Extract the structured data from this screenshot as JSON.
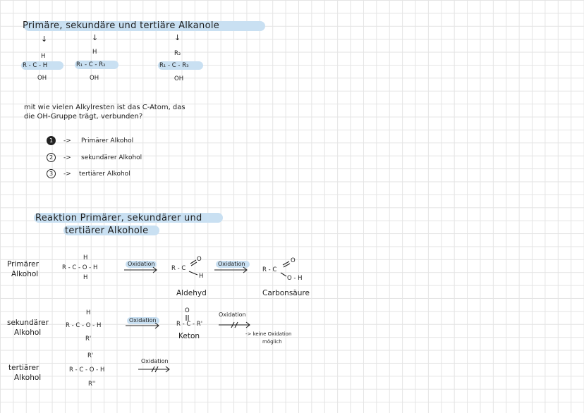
{
  "colors": {
    "highlight": "#c9e0f2",
    "ink": "#1e1e1e",
    "grid": "#e4e4e4"
  },
  "title": "Primäre, sekundäre und tertiäre Alkanole",
  "structures": {
    "primary": {
      "top": "H",
      "middle": "R - C - H",
      "bottom": "OH"
    },
    "secondary": {
      "top": "H",
      "middle": "R₁ - C - R₂",
      "bottom": "OH"
    },
    "tertiary": {
      "top": "R₂",
      "middle": "R₁ - C - R₃",
      "bottom": "OH"
    }
  },
  "question": {
    "line1": "mit wie vielen Alkylresten ist das C-Atom, das",
    "line2": "die OH-Gruppe trägt, verbunden?"
  },
  "list": [
    {
      "number": "1",
      "arrow": "->",
      "text": "Primärer Alkohol"
    },
    {
      "number": "2",
      "arrow": "->",
      "text": "sekundärer Alkohol"
    },
    {
      "number": "3",
      "arrow": "->",
      "text": "tertiärer Alkohol"
    }
  ],
  "section2": {
    "line1": "Reaktion Primärer, sekundärer und",
    "line2": "tertiärer Alkohole"
  },
  "reactions": {
    "primary": {
      "label1": "Primärer",
      "label2": "Alkohol",
      "alcohol_top": "H",
      "alcohol": "R - C - O - H",
      "alcohol_bottom": "H",
      "ox1": "Oxidation",
      "aldehyde_o": "O",
      "aldehyde": "R - C",
      "aldehyde_h": "H",
      "aldehyde_name": "Aldehyd",
      "ox2": "Oxidation",
      "acid_o": "O",
      "acid": "R - C",
      "acid_oh": "O - H",
      "acid_name": "Carbonsäure"
    },
    "secondary": {
      "label1": "sekundärer",
      "label2": "Alkohol",
      "alcohol_top": "H",
      "alcohol": "R - C - O - H",
      "alcohol_bottom": "R'",
      "ox1": "Oxidation",
      "ketone_o": "O",
      "ketone": "R - C - R'",
      "ketone_name": "Keton",
      "ox2": "Oxidation",
      "note": "-> keine Oxidation",
      "note2": "möglich"
    },
    "tertiary": {
      "label1": "tertiärer",
      "label2": "Alkohol",
      "alcohol_top": "R'",
      "alcohol": "R - C - O - H",
      "alcohol_bottom": "R''",
      "ox1": "Oxidation"
    }
  }
}
